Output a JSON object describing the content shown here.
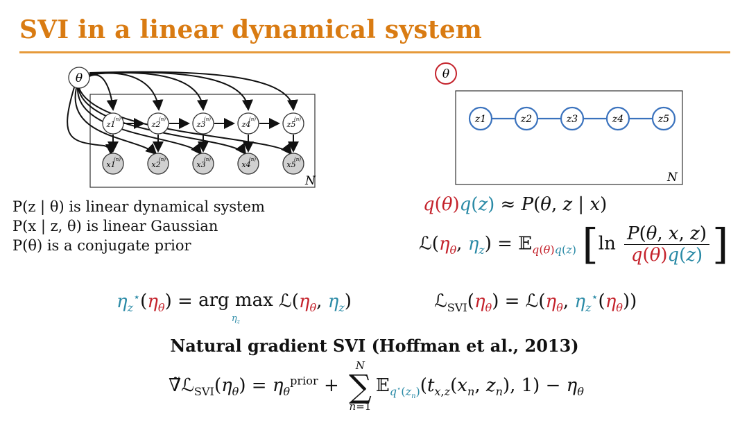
{
  "title": "SVI in a linear dynamical system",
  "left_graph": {
    "theta": "θ",
    "z_nodes": [
      "z1",
      "z2",
      "z3",
      "z4",
      "z5"
    ],
    "x_nodes": [
      "x1",
      "x2",
      "x3",
      "x4",
      "x5"
    ],
    "plate_label": "N",
    "superscript": "(n)"
  },
  "right_graph": {
    "theta": "θ",
    "z_nodes": [
      "z1",
      "z2",
      "z3",
      "z4",
      "z5"
    ],
    "plate_label": "N"
  },
  "statements": [
    "P(z | θ) is linear dynamical system",
    "P(x | z, θ) is linear Gaussian",
    "P(θ) is a conjugate prior"
  ],
  "heading": "Natural gradient SVI (Hoffman et al., 2013)",
  "colors": {
    "title": "#d97b12",
    "rule": "#e69a3a",
    "red": "#c4222b",
    "teal": "#2a8aa6",
    "node_fill": "#d0d0d0",
    "chain_blue": "#3a72bd"
  }
}
